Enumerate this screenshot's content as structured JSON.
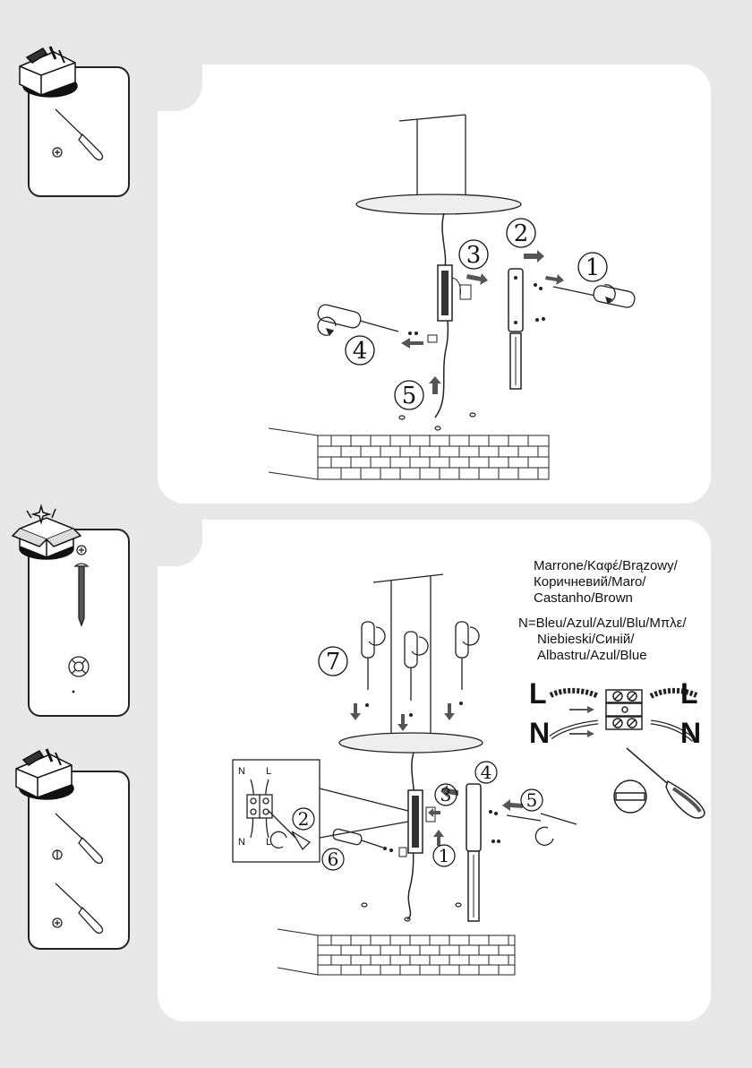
{
  "panel1": {
    "step_numbers": [
      "1",
      "2",
      "3",
      "4",
      "5"
    ]
  },
  "panel2": {
    "step_numbers": [
      "1",
      "2",
      "3",
      "4",
      "5",
      "6",
      "7"
    ],
    "inset_labels": [
      "N",
      "L",
      "N",
      "L"
    ],
    "wiring": {
      "brown_line1": "Marrone/Καφέ/Brązowy/",
      "brown_line2": "Коричневий/Maro/",
      "brown_line3": "Castanho/Brown",
      "blue_line1": "N=Bleu/Azul/Azul/Blu/Μπλε/",
      "blue_line2": "Niebieski/Синій/",
      "blue_line3": "Albastru/Azul/Blue",
      "terminal_labels": [
        "L",
        "L",
        "N",
        "N"
      ]
    }
  },
  "sidebar": {
    "tools1": [
      "phillips-screwdriver"
    ],
    "parts": [
      "screw",
      "wall-plug"
    ],
    "tools2": [
      "flat-screwdriver",
      "phillips-screwdriver"
    ]
  }
}
